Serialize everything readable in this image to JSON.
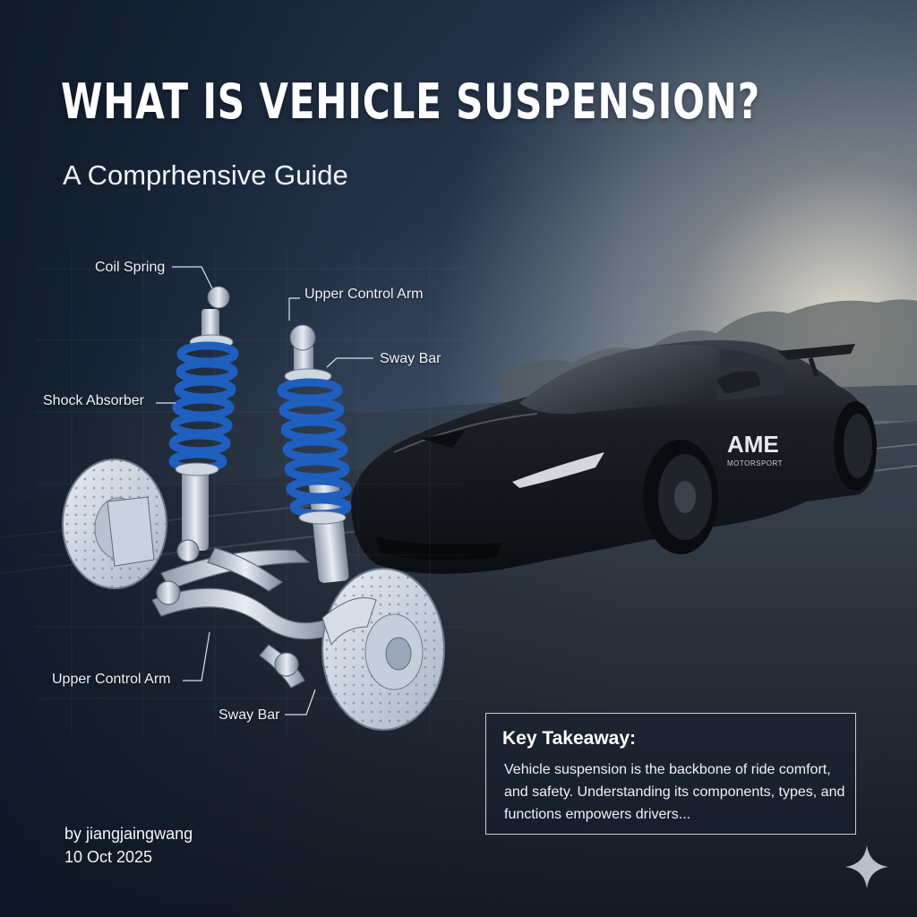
{
  "title": "What Is Vehicle Suspension?",
  "subtitle": "A Comprhensive Guide",
  "callouts": {
    "coil_spring": "Coil Spring",
    "upper_control_arm_top": "Upper Control Arm",
    "sway_bar_top": "Sway Bar",
    "shock_absorber": "Shock Absorber",
    "upper_control_arm_bottom": "Upper Control Arm",
    "sway_bar_bottom": "Sway Bar"
  },
  "car": {
    "badge_logo": "AME",
    "badge_sub": "MOTORSPORT"
  },
  "takeaway": {
    "heading": "Key Takeaway:",
    "body": "Vehicle suspension is the backbone of ride comfort, and safety. Understanding its components, types, and functions empowers drivers..."
  },
  "byline": {
    "author": "by jiangjaingwang",
    "date": "10 Oct 2025"
  },
  "icons": {
    "sparkle": "sparkle-icon"
  },
  "colors": {
    "spring_blue": "#1f5fbf",
    "title_white": "#ffffff",
    "car_black": "#15181d"
  }
}
